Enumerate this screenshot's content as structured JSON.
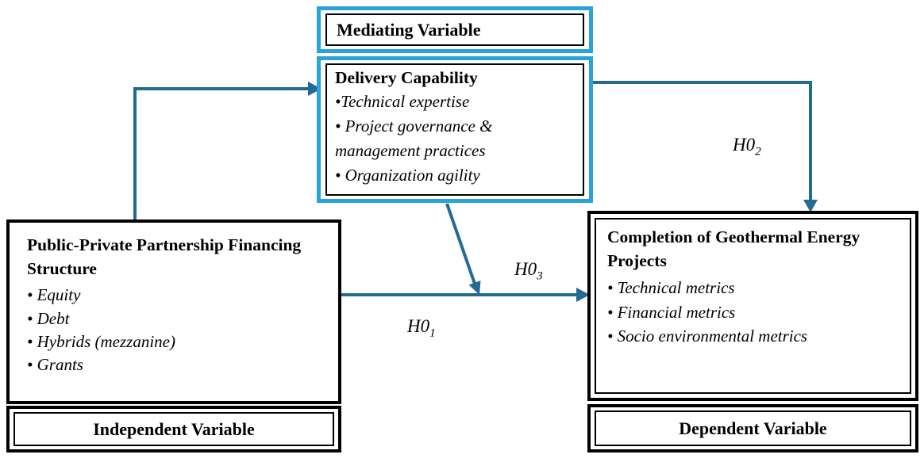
{
  "colors": {
    "mediator_border_blue": "#29A3DC",
    "arrow_teal": "#226B93",
    "box_border_black": "#000000",
    "background": "#ffffff"
  },
  "mediator": {
    "header": "Mediating Variable",
    "title": "Delivery Capability",
    "bullets": [
      "•Technical expertise",
      "• Project governance & management practices",
      "• Organization agility"
    ]
  },
  "independent": {
    "title": "Public-Private Partnership Financing Structure",
    "bullets": [
      "• Equity",
      "• Debt",
      "• Hybrids (mezzanine)",
      "• Grants"
    ],
    "label": "Independent Variable"
  },
  "dependent": {
    "title": "Completion of Geothermal Energy Projects",
    "bullets": [
      "• Technical metrics",
      "• Financial metrics",
      "• Socio environmental metrics"
    ],
    "label": "Dependent Variable"
  },
  "hypotheses": {
    "h1": {
      "base": "H0",
      "sub": "1"
    },
    "h2": {
      "base": "H0",
      "sub": "2"
    },
    "h3": {
      "base": "H0",
      "sub": "3"
    }
  }
}
